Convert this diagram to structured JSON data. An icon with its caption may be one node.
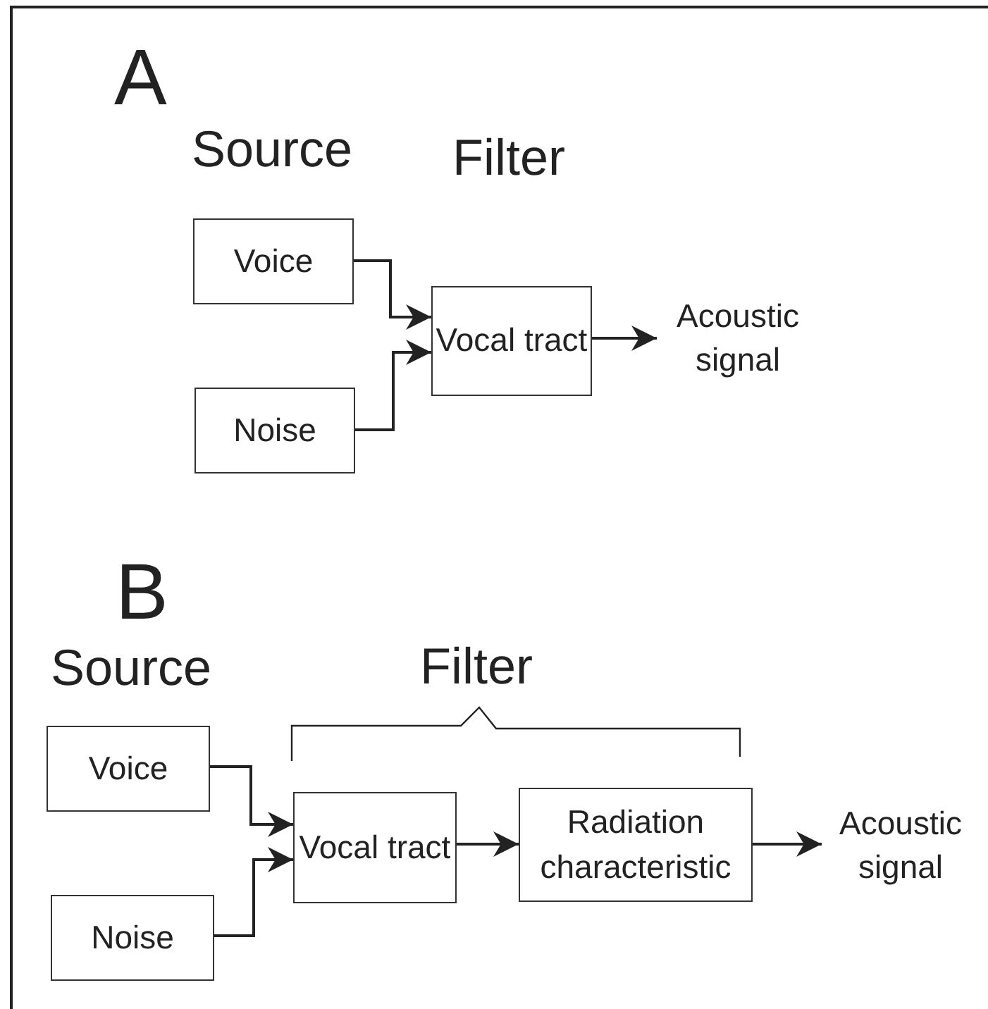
{
  "diagram": {
    "nodes": [
      {
        "text": [
          "Voice"
        ]
      },
      {
        "text": [
          "Noise"
        ]
      },
      {
        "text": [
          "Vocal tract"
        ]
      },
      {
        "text": [
          "Acoustic signal"
        ]
      },
      {
        "text": [
          "Voice"
        ]
      },
      {
        "text": [
          "Noise"
        ]
      },
      {
        "text": [
          "Vocal tract"
        ]
      },
      {
        "text": [
          "Radiation characteristic"
        ]
      },
      {
        "text": [
          "Acoustic signal"
        ]
      }
    ],
    "edges": [
      {
        "from": 0,
        "to": 2,
        "arrow": "to"
      },
      {
        "from": 1,
        "to": 2,
        "arrow": "to"
      },
      {
        "from": 2,
        "to": 3,
        "arrow": "to"
      },
      {
        "from": 4,
        "to": 6,
        "arrow": "to"
      },
      {
        "from": 5,
        "to": 6,
        "arrow": "to"
      },
      {
        "from": 6,
        "to": 7,
        "arrow": "to"
      },
      {
        "from": 7,
        "to": 8,
        "arrow": "to"
      }
    ],
    "labels": [
      "A",
      "Source",
      "Filter",
      "B",
      "Source",
      "Filter"
    ]
  }
}
